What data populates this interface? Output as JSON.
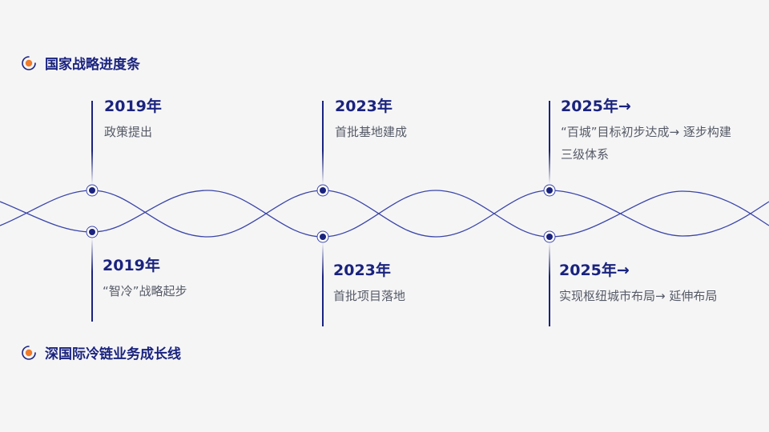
{
  "legend": {
    "top_label": "国家战略进度条",
    "bottom_label": "深国际冷链业务成长线",
    "icon": "target-icon"
  },
  "colors": {
    "accent_navy": "#1a237e",
    "line": "#3a45a8",
    "orange": "#f07b2a",
    "text_muted": "#555a66",
    "background": "#f5f5f6"
  },
  "timeline_top": [
    {
      "year": "2019年",
      "desc": "政策提出"
    },
    {
      "year": "2023年",
      "desc": "首批基地建成"
    },
    {
      "year": "2025年→",
      "desc": "“百城”目标初步达成→ 逐步构建三级体系"
    }
  ],
  "timeline_bottom": [
    {
      "year": "2019年",
      "desc": "“智冷”战略起步"
    },
    {
      "year": "2023年",
      "desc": "首批项目落地"
    },
    {
      "year": "2025年→",
      "desc": "实现枢纽城市布局→ 延伸布局"
    }
  ]
}
